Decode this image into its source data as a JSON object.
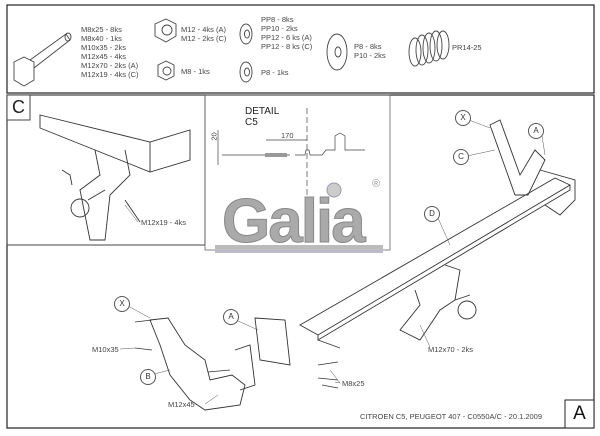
{
  "parts": {
    "bolts": [
      "M8x25 - 8ks",
      "M8x40 - 1ks",
      "M10x35 - 2ks",
      "M12x45 - 4ks",
      "M12x70 - 2ks (A)",
      "M12x19 - 4ks (C)"
    ],
    "nuts_m12": [
      "M12 - 4ks (A)",
      "M12 - 2ks (C)"
    ],
    "nut_m8": "M8 - 1ks",
    "spring_washers": [
      "PP8 - 8ks",
      "PP10 - 2ks",
      "PP12 - 6 ks (A)",
      "PP12 - 8 ks (C)"
    ],
    "washer_p8": "P8 - 1ks",
    "flat_washers": [
      "P8 - 8ks",
      "P10 - 2ks"
    ],
    "spring": "PR14-25"
  },
  "inset_c": {
    "label": "C",
    "bolt_label": "M12x19 - 4ks"
  },
  "detail": {
    "title_line1": "DETAIL",
    "title_line2": "C5",
    "dim_height": "20",
    "dim_length": "170"
  },
  "logo": {
    "text": "Galia",
    "registered": "®"
  },
  "callouts": {
    "x_top": "X",
    "a_top": "A",
    "c_top": "C",
    "d": "D",
    "x_left": "X",
    "a_left": "A",
    "b": "B"
  },
  "fastener_labels": {
    "m10x35": "M10x35",
    "m12x45": "M12x45",
    "m8x25": "M8x25",
    "m12x70": "M12x70 - 2ks"
  },
  "footer": {
    "title": "CITROEN C5, PEUGEOT 407 - C0550A/C - 20.1.2009",
    "variant": "A"
  }
}
